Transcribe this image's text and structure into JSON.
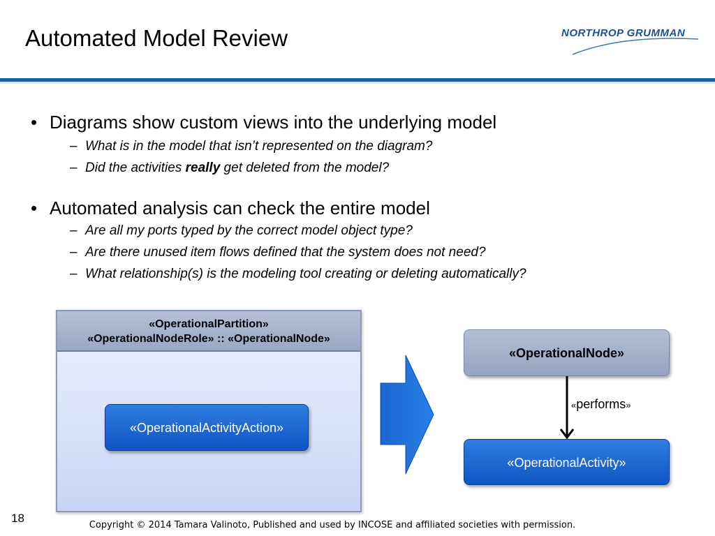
{
  "slide": {
    "title": "Automated Model Review",
    "logo_text": "NORTHROP GRUMMAN",
    "page_number": "18",
    "copyright": "Copyright © 2014 Tamara Valinoto, Published and used by INCOSE and affiliated societies with permission."
  },
  "bullets": [
    {
      "text": "Diagrams show custom views into the underlying model",
      "sub": [
        "What is in the model that isn’t represented on the diagram?",
        {
          "before": "Did the activities ",
          "bold": "really",
          "after": " get deleted from the model?"
        }
      ]
    },
    {
      "text": "Automated analysis can check the entire model",
      "sub": [
        "Are all my ports typed by the correct model object type?",
        "Are there unused item flows defined that the system does not need?",
        "What relationship(s) is the modeling tool creating or deleting automatically?"
      ]
    }
  ],
  "diagram": {
    "partition_line1": "«OperationalPartition»",
    "partition_line2": "«OperationalNodeRole» :: «OperationalNode»",
    "action_label": "«OperationalActivityAction»",
    "node_label": "«OperationalNode»",
    "relation_open": "«",
    "relation_word": "performs",
    "relation_close": "»",
    "activity_label": "«OperationalActivity»",
    "colors": {
      "box_blue": "#1565d8",
      "header_gray": "#a7b1cb",
      "arrow_blue": "#1a6ed8",
      "rule": "#1a5f9e"
    }
  }
}
